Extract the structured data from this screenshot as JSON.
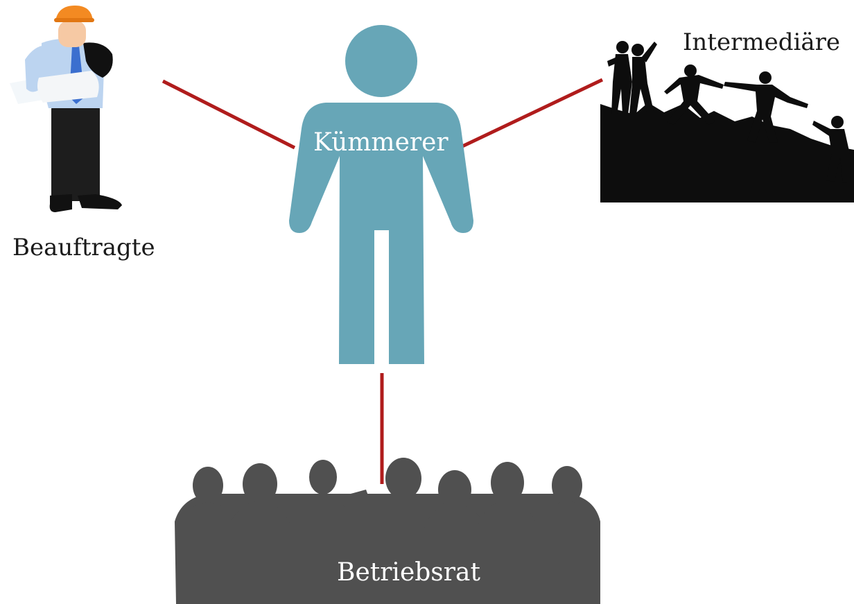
{
  "diagram": {
    "center": {
      "label": "Kümmerer"
    },
    "nodes": [
      {
        "id": "beauftragte",
        "label": "Beauftragte"
      },
      {
        "id": "intermediaere",
        "label": "Intermediäre"
      },
      {
        "id": "betriebsrat",
        "label": "Betriebsrat"
      }
    ],
    "colors": {
      "connector": "#b01c1c",
      "center_figure": "#67a6b7",
      "council": "#505050",
      "silhouette": "#0d0d0d"
    }
  }
}
